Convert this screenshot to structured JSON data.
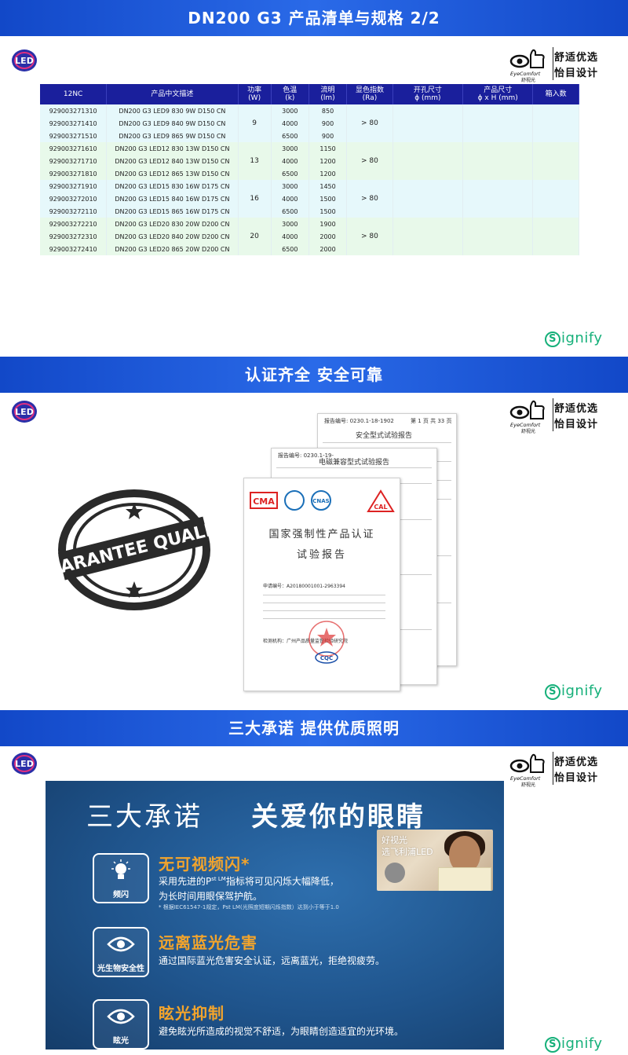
{
  "section1": {
    "banner": "DN200 G3    产品清单与规格 2/2",
    "table": {
      "headers": [
        "12NC",
        "产品中文描述",
        "功率\n(W)",
        "色温\n(k)",
        "流明\n(lm)",
        "显色指数\n(Ra)",
        "开孔尺寸\nϕ (mm)",
        "产品尺寸\nϕ x H (mm)",
        "箱入数"
      ],
      "rows": [
        {
          "nc": "929003271310",
          "desc": "DN200 G3 LED9 830 9W D150 CN",
          "cct": "3000",
          "lm": "850"
        },
        {
          "nc": "929003271410",
          "desc": "DN200 G3 LED9 840 9W D150 CN",
          "cct": "4000",
          "lm": "900"
        },
        {
          "nc": "929003271510",
          "desc": "DN200 G3 LED9 865 9W D150 CN",
          "cct": "6500",
          "lm": "900"
        },
        {
          "nc": "929003271610",
          "desc": "DN200 G3 LED12 830 13W D150 CN",
          "cct": "3000",
          "lm": "1150"
        },
        {
          "nc": "929003271710",
          "desc": "DN200 G3 LED12 840 13W D150 CN",
          "cct": "4000",
          "lm": "1200"
        },
        {
          "nc": "929003271810",
          "desc": "DN200 G3 LED12 865 13W D150 CN",
          "cct": "6500",
          "lm": "1200"
        },
        {
          "nc": "929003271910",
          "desc": "DN200 G3 LED15 830 16W D175 CN",
          "cct": "3000",
          "lm": "1450"
        },
        {
          "nc": "929003272010",
          "desc": "DN200 G3 LED15 840 16W D175 CN",
          "cct": "4000",
          "lm": "1500"
        },
        {
          "nc": "929003272110",
          "desc": "DN200 G3 LED15 865 16W D175 CN",
          "cct": "6500",
          "lm": "1500"
        },
        {
          "nc": "929003272210",
          "desc": "DN200 G3 LED20 830 20W D200 CN",
          "cct": "3000",
          "lm": "1900"
        },
        {
          "nc": "929003272310",
          "desc": "DN200 G3 LED20 840 20W D200 CN",
          "cct": "4000",
          "lm": "2000"
        },
        {
          "nc": "929003272410",
          "desc": "DN200 G3 LED20 865 20W D200 CN",
          "cct": "6500",
          "lm": "2000"
        }
      ],
      "groups": [
        {
          "power": "9",
          "ra": "> 80"
        },
        {
          "power": "13",
          "ra": "> 80"
        },
        {
          "power": "16",
          "ra": "> 80"
        },
        {
          "power": "20",
          "ra": "> 80"
        }
      ]
    }
  },
  "section2": {
    "banner": "认证齐全    安全可靠",
    "stamp_text": "GUARANTEE QUALITY",
    "doc_back_title": "安全型式试验报告",
    "doc_mid_title": "电磁兼容型式试验报告",
    "doc_front_title1": "国家强制性产品认证",
    "doc_front_title2": "试验报告",
    "doc_front_app_no": "申请编号：A2018000100​1-2963394",
    "doc_front_lab": "检测机构：广州产品质量监督检验研究院",
    "logos": [
      "CMA",
      "CNAS",
      "CAL",
      "CQC"
    ]
  },
  "section3": {
    "banner": "三大承诺    提供优质照明",
    "title_light": "三大承诺",
    "title_bold": "关爱你的眼睛",
    "items": [
      {
        "icon_caption": "频闪",
        "heading": "无可视频闪*",
        "body1": "采用先进的P",
        "body_sub": "st LM",
        "body2": "指标将可见闪烁大幅降低，",
        "body3": "为长时间用眼保驾护航。",
        "note": "* 根据IEC61547-1规定，Pst LM(光照度短期闪烁指数）达到小于等于1.0"
      },
      {
        "icon_caption": "光生物安全性",
        "heading": "远离蓝光危害",
        "body1": "通过国际蓝光危害安全认证，远离蓝光，拒绝视疲劳。"
      },
      {
        "icon_caption": "眩光",
        "heading": "眩光抑制",
        "body1": "避免眩光所造成的视觉不舒适，为眼睛创造适宜的光环境。"
      }
    ],
    "photo_text1": "好视光",
    "photo_text2": "选飞利浦LED"
  },
  "brand": {
    "eye_line1": "舒适优选",
    "eye_line2": "怡目设计",
    "eye_comfort": "EyeComfort",
    "eye_cn": "舒视光",
    "signify": "ignify",
    "accent": "#1a1f9c",
    "signify_color": "#16b07a"
  }
}
